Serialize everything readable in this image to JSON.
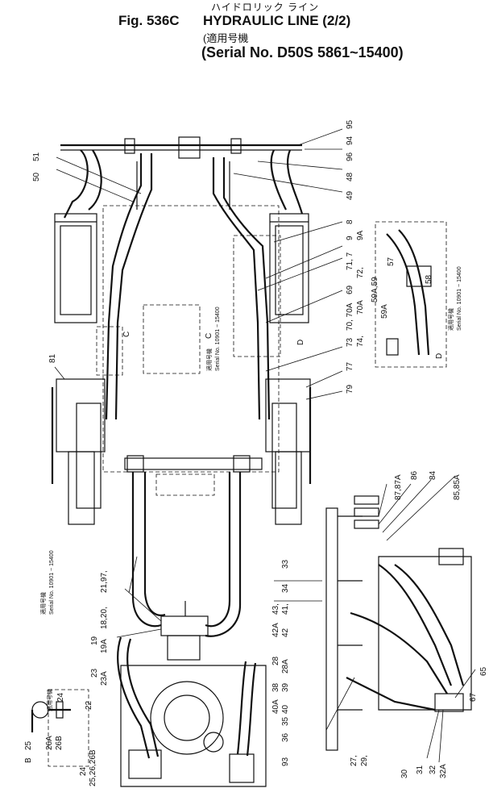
{
  "header": {
    "jp_title": "ハイドロリック ライン",
    "fig": "Fig. 536C",
    "title": "HYDRAULIC LINE (2/2)",
    "jp_applicable": "(適用号機",
    "serial": "(Serial No. D50S  5861~15400)"
  },
  "callouts": {
    "c95": "95",
    "c94": "94",
    "c96": "96",
    "c48": "48",
    "c49": "49",
    "c50": "50",
    "c51": "51",
    "c8": "8",
    "c9": "9",
    "c9a": "9A",
    "c71_7": "71, 7",
    "c72": "72,",
    "c69": "69",
    "c70a": "70A",
    "c70_70a": "70, 70A",
    "c73": "73",
    "c74": "74,",
    "c77": "77",
    "c79": "79",
    "c81": "81",
    "c57": "57",
    "c58": "58",
    "c59a_59": "59A,59",
    "c59a": "59A",
    "c87": "87,87A",
    "c86": "86",
    "c84": "84",
    "c85": "85,85A",
    "c21": "21,97,",
    "c18": "18,20,",
    "c19": "19",
    "c19a": "19A",
    "c23": "23",
    "c23a": "23A",
    "c22": "22",
    "c24": "24",
    "c25": "25,26,26B",
    "c24b": "24",
    "c25b": "25",
    "c26a": "26A",
    "c26b": "26B",
    "c33": "33",
    "c34": "34",
    "c41": "41,",
    "c43": "43,",
    "c42": "42",
    "c42a": "42A",
    "c28": "28",
    "c28a": "28A",
    "c39": "39",
    "c38": "38",
    "c40a": "40A",
    "c35": "35",
    "c40": "40",
    "c36": "36",
    "c93": "93",
    "c27": "27,",
    "c29": "29,",
    "c30": "30",
    "c31": "31",
    "c32": "32",
    "c32a": "32A",
    "c65": "65",
    "c67": "67"
  },
  "notes": {
    "serial_c": "Serial No. 10901 ~ 15400",
    "serial_d": "Serial No. 10901 ~ 15400",
    "serial_mid": "Serial No. 10901 ~ 15400",
    "jp_applicable_short": "適用号機",
    "view_c": "C",
    "view_d": "D",
    "view_b": "B"
  }
}
